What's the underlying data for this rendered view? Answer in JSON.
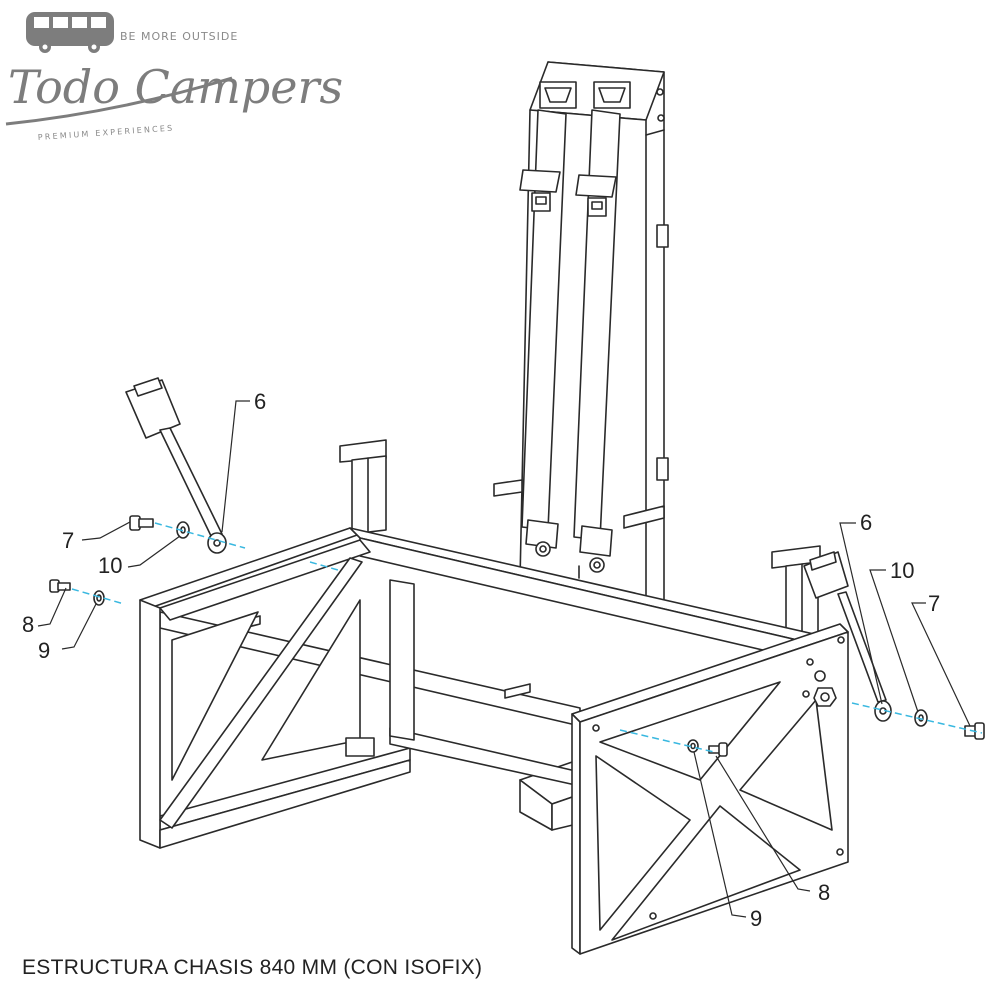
{
  "logo": {
    "tagline": "BE MORE OUTSIDE",
    "brand": "Todo Campers",
    "subtitle": "PREMIUM EXPERIENCES"
  },
  "caption": "ESTRUCTURA CHASIS 840 MM (CON ISOFIX)",
  "callouts": {
    "l6": "6",
    "l7": "7",
    "l10": "10",
    "l8": "8",
    "l9": "9",
    "r6": "6",
    "r10": "10",
    "r7": "7",
    "r8": "8",
    "r9": "9"
  },
  "colors": {
    "line": "#2a2a2a",
    "axis": "#39b8e0",
    "logo": "#7d7d7d"
  }
}
